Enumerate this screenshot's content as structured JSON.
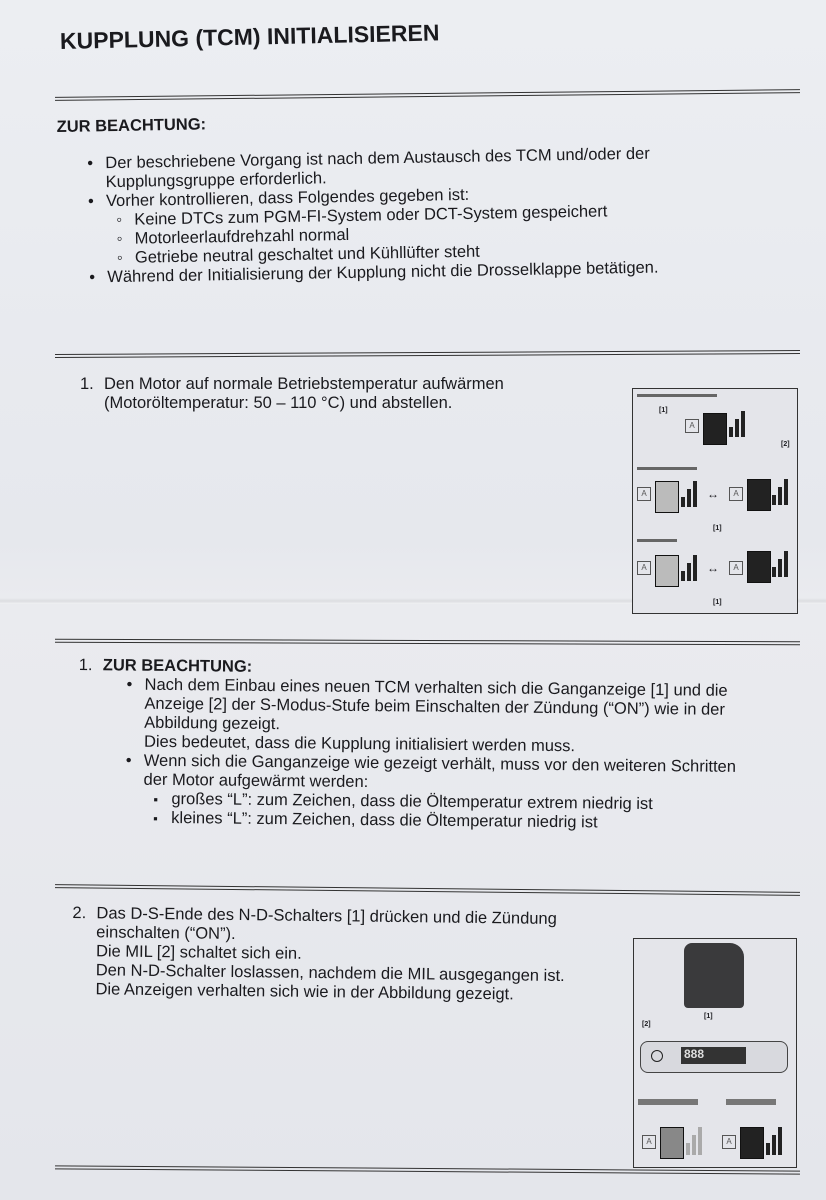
{
  "title": "KUPPLUNG (TCM) INITIALISIEREN",
  "note1": {
    "heading": "ZUR BEACHTUNG:",
    "items": [
      "Der beschriebene Vorgang ist nach dem Austausch des TCM und/oder der Kupplungsgruppe erforderlich.",
      "Vorher kontrollieren, dass Folgendes gegeben ist:"
    ],
    "subitems": [
      "Keine DTCs zum PGM-FI-System oder DCT-System gespeichert",
      "Motorleerlaufdrehzahl normal",
      "Getriebe neutral geschaltet und Kühllüfter steht"
    ],
    "last": "Während der Initialisierung der Kupplung nicht die Drosselklappe betätigen."
  },
  "step1": {
    "num": "1.",
    "text": "Den Motor auf normale Betriebstemperatur aufwärmen (Motoröltemperatur: 50 – 110 °C) und abstellen."
  },
  "note2": {
    "num": "1.",
    "heading": "ZUR BEACHTUNG:",
    "items": [
      "Nach dem Einbau eines neuen TCM verhalten sich die Ganganzeige [1] und die Anzeige [2] der S-Modus-Stufe beim Einschalten der Zündung (“ON”) wie in der Abbildung gezeigt.",
      "Dies bedeutet, dass die Kupplung initialisiert werden muss.",
      "Wenn sich die Ganganzeige wie gezeigt verhält, muss vor den weiteren Schritten der Motor aufgewärmt werden:"
    ],
    "subitems": [
      "großes “L”: zum Zeichen, dass die Öltemperatur extrem niedrig ist",
      "kleines “L”: zum Zeichen, dass die Öltemperatur niedrig ist"
    ]
  },
  "step2": {
    "num": "2.",
    "lines": [
      "Das D-S-Ende des N-D-Schalters [1] drücken und die Zündung einschalten (“ON”).",
      "Die MIL [2] schaltet sich ein.",
      "Den N-D-Schalter loslassen, nachdem die MIL ausgegangen ist.",
      "Die Anzeigen verhalten sich wie in der Abbildung gezeigt."
    ]
  },
  "figures": {
    "callout1": "[1]",
    "callout2": "[2]",
    "a_label": "A",
    "lcd": "888"
  }
}
